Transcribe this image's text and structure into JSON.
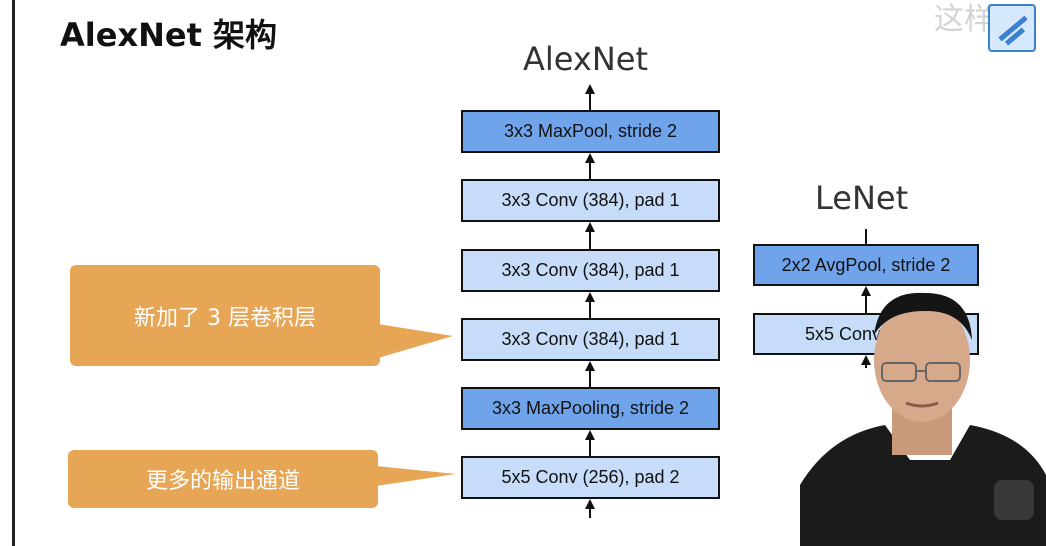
{
  "slide": {
    "title": "AlexNet 架构"
  },
  "alexnet": {
    "title": "AlexNet",
    "layers": [
      {
        "label": "3x3 MaxPool, stride 2",
        "kind": "pool"
      },
      {
        "label": "3x3 Conv (384), pad 1",
        "kind": "conv"
      },
      {
        "label": "3x3 Conv (384), pad 1",
        "kind": "conv"
      },
      {
        "label": "3x3 Conv (384), pad 1",
        "kind": "conv"
      },
      {
        "label": "3x3 MaxPooling, stride 2",
        "kind": "pool"
      },
      {
        "label": "5x5 Conv (256), pad 2",
        "kind": "conv"
      }
    ]
  },
  "lenet": {
    "title": "LeNet",
    "layers": [
      {
        "label": "2x2 AvgPool, stride 2",
        "kind": "pool"
      },
      {
        "label": "5x5 Conv",
        "kind": "conv"
      }
    ]
  },
  "callouts": [
    {
      "text": "新加了 3 层卷积层"
    },
    {
      "text": "更多的输出通道"
    }
  ],
  "watermark": {
    "text": "这样做"
  },
  "colors": {
    "conv_fill": "#c6dcf8",
    "pool_fill": "#6fa4ea",
    "callout_fill": "#e6a656"
  }
}
